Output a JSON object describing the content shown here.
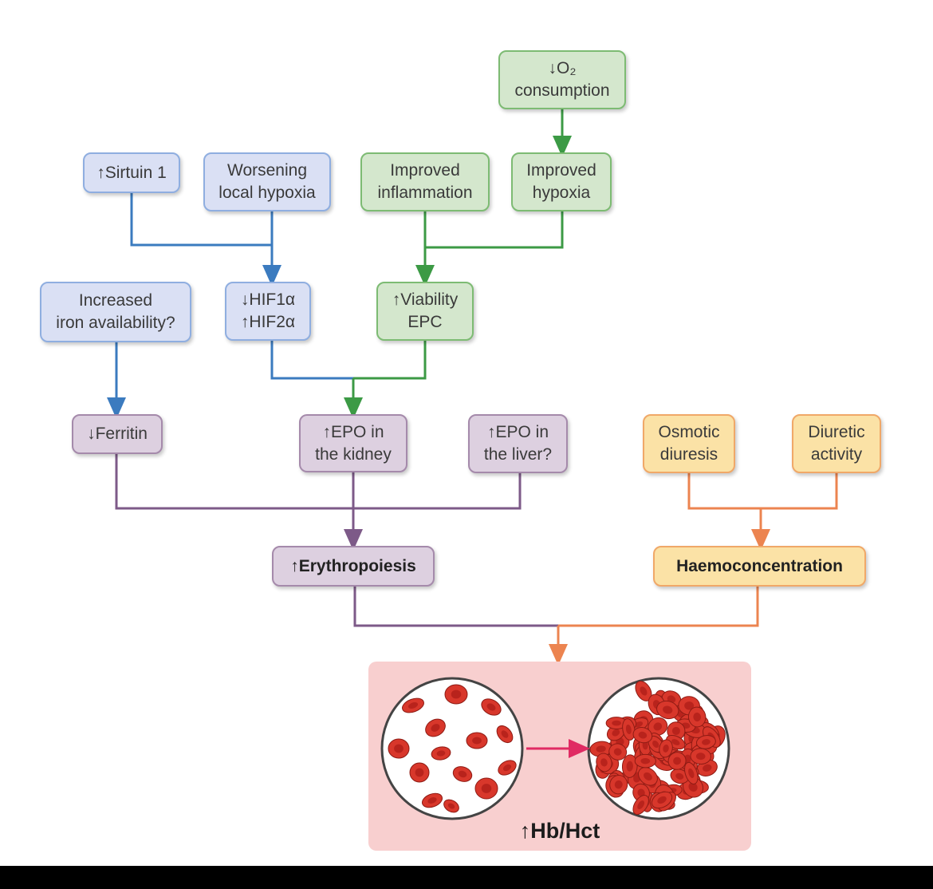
{
  "nodes": {
    "o2_consumption": "↓O₂\nconsumption",
    "sirtuin": "↑Sirtuin 1",
    "worsening_hypoxia": "Worsening\nlocal hypoxia",
    "improved_inflammation": "Improved\ninflammation",
    "improved_hypoxia": "Improved\nhypoxia",
    "iron_availability": "Increased\niron availability?",
    "hif": "↓HIF1α\n↑HIF2α",
    "viability_epc": "↑Viability\nEPC",
    "ferritin": "↓Ferritin",
    "epo_kidney": "↑EPO in\nthe kidney",
    "epo_liver": "↑EPO in\nthe liver?",
    "osmotic_diuresis": "Osmotic\ndiuresis",
    "diuretic_activity": "Diuretic\nactivity",
    "erythropoiesis": "↑Erythropoiesis",
    "haemoconcentration": "Haemoconcentration",
    "hb_hct": "↑Hb/Hct"
  },
  "colors": {
    "blue_line": "#3b7bbf",
    "green_line": "#3c9a45",
    "purple_line": "#7d5a88",
    "orange_line": "#ec8450",
    "red_arrow": "#e02b63",
    "cell_fill": "#d8372b",
    "cell_center": "#b8231c"
  }
}
